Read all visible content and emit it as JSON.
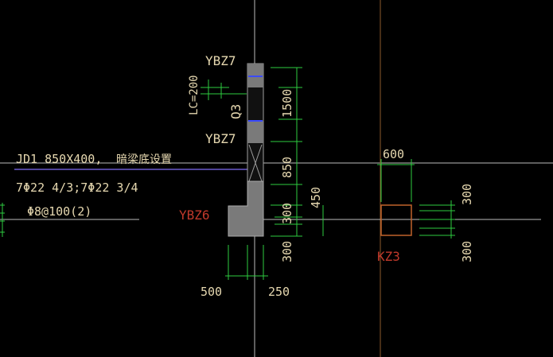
{
  "colors": {
    "background": "#000000",
    "text_main": "#e6d8b0",
    "text_red": "#c0392b",
    "dimension": "#2ecc40",
    "axis_white": "#c8c8c8",
    "beam_line": "#6a5acd",
    "hatch": "#808080",
    "column_outline": "#c0622b",
    "brown_axis": "#8b5a2b"
  },
  "labels": {
    "ybz7_top": "YBZ7",
    "ybz7_mid": "YBZ7",
    "ybz6": "YBZ6",
    "kz3": "KZ3",
    "lc": "LC=200",
    "q3": "Q3",
    "jd1": "JD1 850X400,",
    "jd1_cn": "暗梁底设置",
    "rebar_main": "7Φ22 4/3;7Φ22 3/4",
    "rebar_stirrup": "Φ8@100(2)"
  },
  "dimensions": {
    "d1500": "1500",
    "d850": "850",
    "d300a": "300",
    "d300b": "300",
    "d450": "450",
    "d500": "500",
    "d250": "250",
    "d600": "600",
    "d300c": "300",
    "d300d": "300"
  }
}
